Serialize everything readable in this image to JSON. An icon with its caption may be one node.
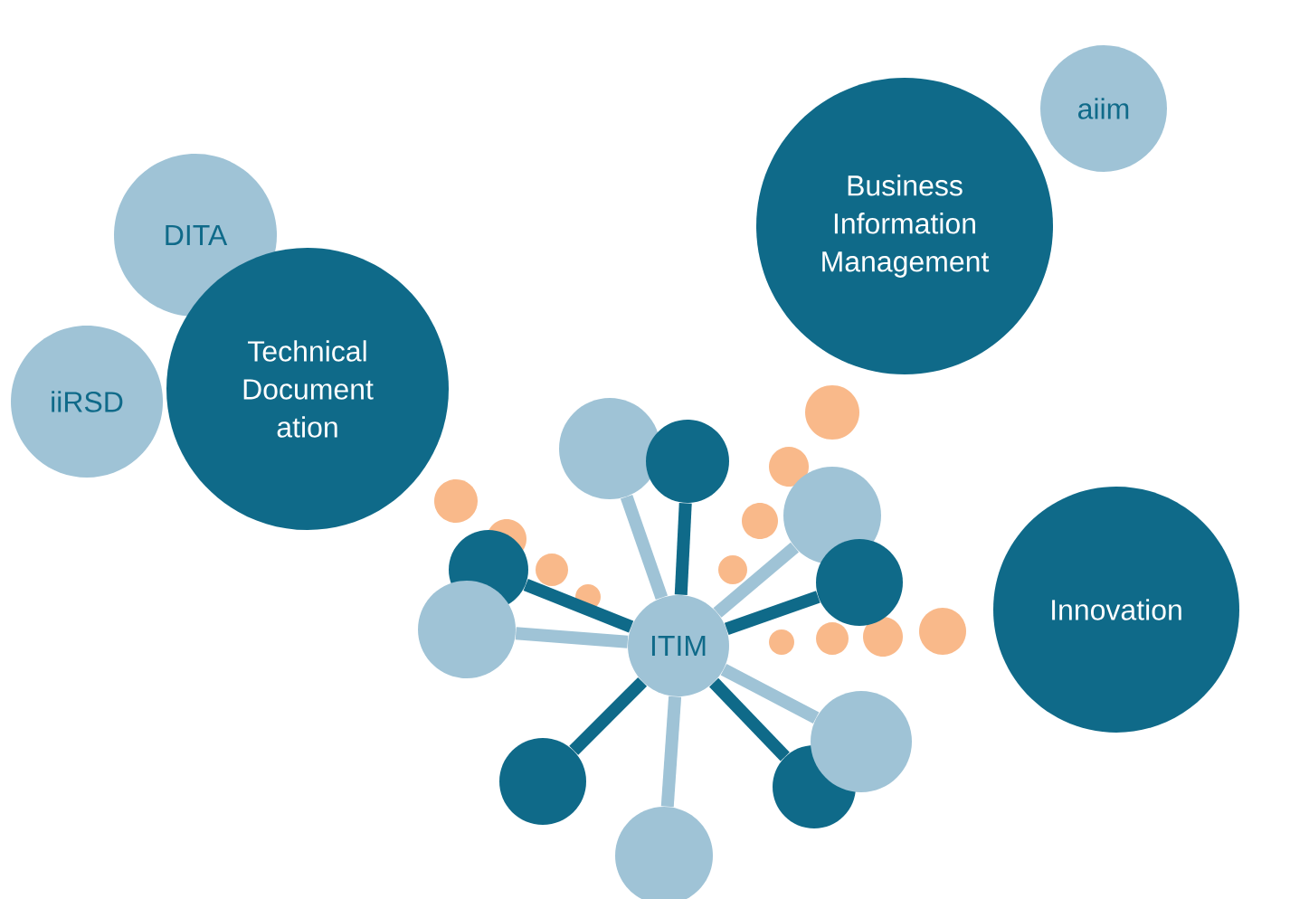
{
  "diagram": {
    "nodes": [
      {
        "text": [
          "DITA"
        ]
      },
      {
        "text": [
          "Technical Document ation"
        ]
      },
      {
        "text": [
          "iiRSD"
        ]
      },
      {
        "text": [
          "Business Information Management"
        ]
      },
      {
        "text": [
          "aiim"
        ]
      },
      {
        "text": [
          "Innovation"
        ]
      },
      {
        "text": [
          "ITIM"
        ]
      },
      {
        "text": [],
        "shape": "circle"
      },
      {
        "text": [],
        "shape": "circle"
      },
      {
        "text": [],
        "shape": "circle"
      },
      {
        "text": [],
        "shape": "circle"
      },
      {
        "text": [],
        "shape": "circle"
      },
      {
        "text": [],
        "shape": "circle"
      },
      {
        "text": [],
        "shape": "circle"
      },
      {
        "text": [],
        "shape": "circle"
      },
      {
        "text": [],
        "shape": "circle"
      },
      {
        "text": [],
        "shape": "circle"
      }
    ],
    "edges": [
      {
        "from": 6,
        "to": 7,
        "arrow": "none"
      },
      {
        "from": 6,
        "to": 8,
        "arrow": "none",
        "color": "#0f6a89"
      },
      {
        "from": 6,
        "to": 9,
        "arrow": "none"
      },
      {
        "from": 6,
        "to": 10,
        "arrow": "none",
        "color": "#0f6a89"
      },
      {
        "from": 6,
        "to": 11,
        "arrow": "none",
        "color": "#0f6a89"
      },
      {
        "from": 6,
        "to": 12,
        "arrow": "none"
      },
      {
        "from": 6,
        "to": 13,
        "arrow": "none",
        "color": "#0f6a89"
      },
      {
        "from": 6,
        "to": 14,
        "arrow": "none",
        "color": "#0f6a89"
      },
      {
        "from": 6,
        "to": 15,
        "arrow": "none"
      },
      {
        "from": 6,
        "to": 16,
        "arrow": "none"
      }
    ]
  }
}
